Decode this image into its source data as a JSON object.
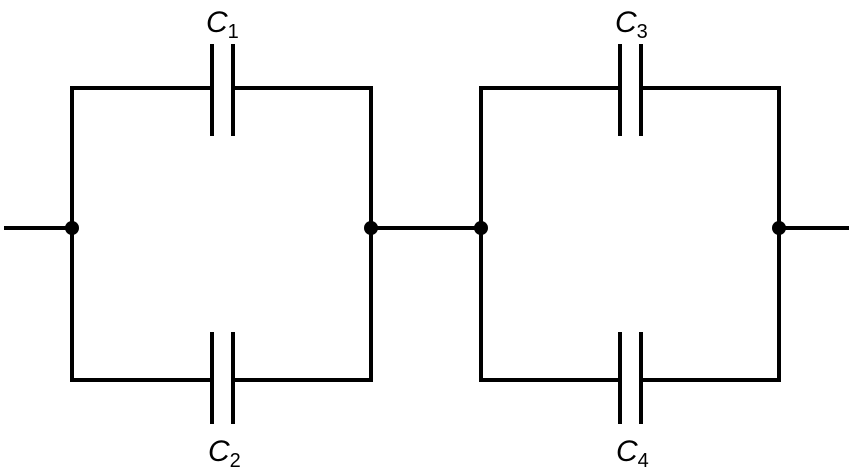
{
  "capacitors": [
    {
      "id": "C1",
      "letter": "C",
      "subscript": "1",
      "branch": "top",
      "group": "left"
    },
    {
      "id": "C2",
      "letter": "C",
      "subscript": "2",
      "branch": "bottom",
      "group": "left"
    },
    {
      "id": "C3",
      "letter": "C",
      "subscript": "3",
      "branch": "top",
      "group": "right"
    },
    {
      "id": "C4",
      "letter": "C",
      "subscript": "4",
      "branch": "bottom",
      "group": "right"
    }
  ],
  "colors": {
    "line": "#000000",
    "background": "#ffffff"
  }
}
